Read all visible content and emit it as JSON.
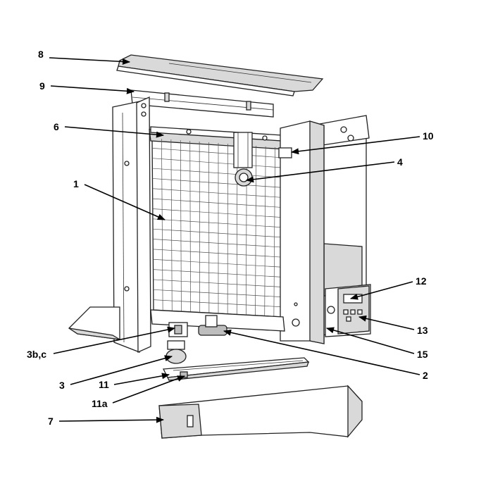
{
  "callouts": [
    {
      "id": "8",
      "text": "8"
    },
    {
      "id": "9",
      "text": "9"
    },
    {
      "id": "6",
      "text": "6"
    },
    {
      "id": "10",
      "text": "10"
    },
    {
      "id": "4",
      "text": "4"
    },
    {
      "id": "1",
      "text": "1"
    },
    {
      "id": "12",
      "text": "12"
    },
    {
      "id": "13",
      "text": "13"
    },
    {
      "id": "15",
      "text": "15"
    },
    {
      "id": "3bc",
      "text": "3b,c"
    },
    {
      "id": "2",
      "text": "2"
    },
    {
      "id": "3",
      "text": "3"
    },
    {
      "id": "11",
      "text": "11"
    },
    {
      "id": "11a",
      "text": "11a"
    },
    {
      "id": "7",
      "text": "7"
    }
  ]
}
